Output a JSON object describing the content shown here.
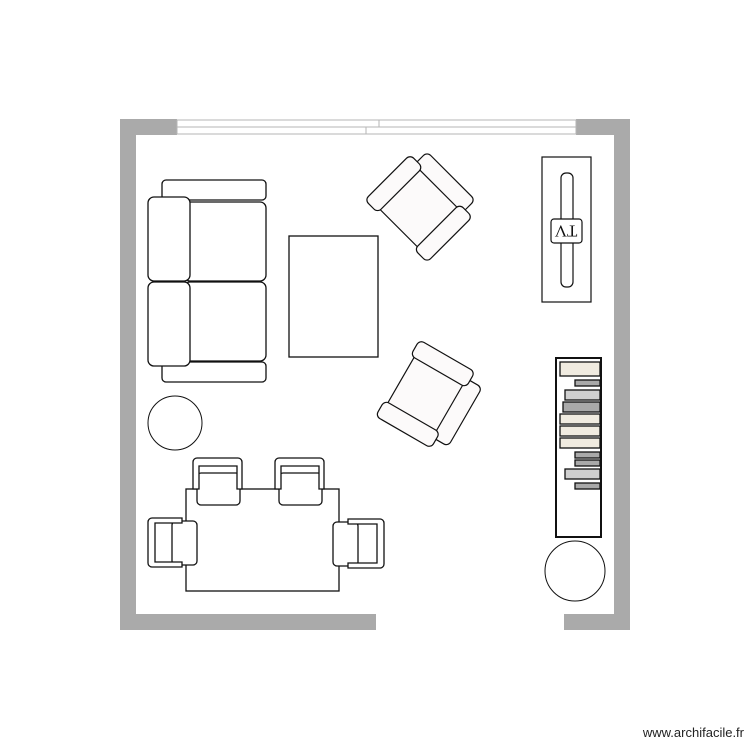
{
  "plan": {
    "wall_color": "#aaaaaa",
    "line_color": "#111111",
    "furniture_fill": "#ffffff",
    "armchair_fill": "#fcfafa",
    "window_line_color": "#b5b5b5",
    "tv_label": "TV",
    "bookshelf_colors": [
      "#f0ebe0",
      "#a9a9a9",
      "#cfcfcf",
      "#a9a9a9",
      "#f0ebe0",
      "#f0ebe0",
      "#f0ebe0",
      "#a9a9a9",
      "#a9a9a9",
      "#cfcfcf",
      "#a9a9a9"
    ]
  },
  "elements": {
    "sofa": "3-seat sofa",
    "coffee_table": "coffee table",
    "armchair_top": "armchair",
    "armchair_bottom": "armchair",
    "tv_unit": "TV unit",
    "bookshelf": "bookshelf",
    "round_table_left": "round side table",
    "round_table_right": "round side table",
    "dining_table": "dining table with 4 chairs"
  },
  "footer": {
    "watermark": "www.archifacile.fr"
  }
}
